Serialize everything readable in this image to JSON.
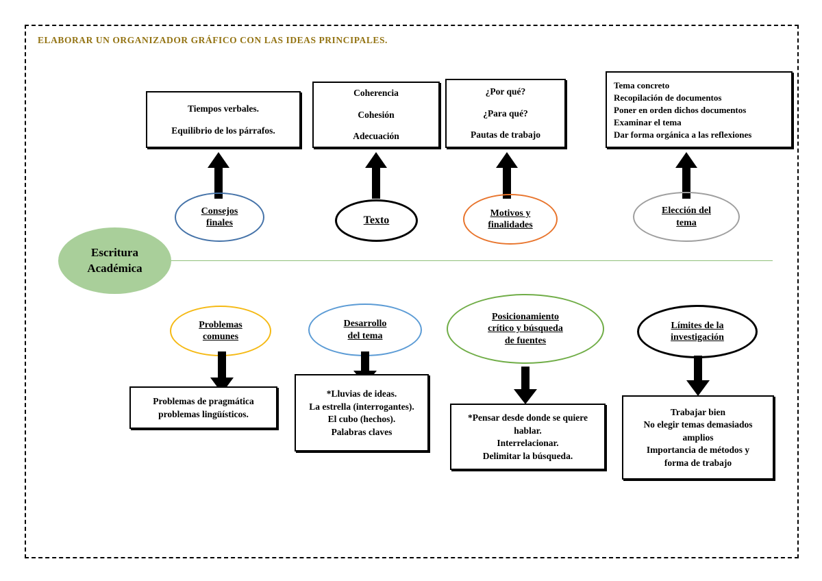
{
  "page": {
    "title": "ELABORAR UN ORGANIZADOR GRÁFICO CON LAS IDEAS PRINCIPALES.",
    "title_color": "#937312",
    "background": "#ffffff",
    "frame_style": "dashed",
    "frame_color": "#000000"
  },
  "hub": {
    "label_line1": "Escritura",
    "label_line2": "Académica",
    "fill": "#a9cf9a",
    "spine_color": "#8fc07a"
  },
  "branches": {
    "top": [
      {
        "id": "consejos-finales",
        "ellipse_line1": "Consejos",
        "ellipse_line2": "finales",
        "ellipse_color": "#4472a8",
        "box_lines": [
          "Tiempos verbales.",
          "Equilibrio de los párrafos."
        ],
        "arrow_direction": "up"
      },
      {
        "id": "texto",
        "ellipse_line1": "Texto",
        "ellipse_line2": "",
        "ellipse_color": "#000000",
        "box_lines": [
          "Coherencia",
          "Cohesión",
          "Adecuación"
        ],
        "arrow_direction": "up"
      },
      {
        "id": "motivos-y-finalidades",
        "ellipse_line1": "Motivos y",
        "ellipse_line2": "finalidades",
        "ellipse_color": "#e8742c",
        "box_lines": [
          "¿Por qué?",
          "¿Para qué?",
          "Pautas de trabajo"
        ],
        "arrow_direction": "up"
      },
      {
        "id": "eleccion-del-tema",
        "ellipse_line1": "Elección del",
        "ellipse_line2": "tema",
        "ellipse_color": "#9e9e9e",
        "box_lines": [
          "Tema concreto",
          "Recopilación de documentos",
          "Poner en orden dichos documentos",
          "Examinar el tema",
          "Dar forma orgánica a las reflexiones"
        ],
        "arrow_direction": "up"
      }
    ],
    "bottom": [
      {
        "id": "problemas-comunes",
        "ellipse_line1": "Problemas",
        "ellipse_line2": "comunes",
        "ellipse_color": "#f5b913",
        "box_lines": [
          "Problemas de pragmática",
          "problemas lingüísticos."
        ],
        "arrow_direction": "down"
      },
      {
        "id": "desarrollo-del-tema",
        "ellipse_line1": "Desarrollo",
        "ellipse_line2": "del tema ",
        "ellipse_color": "#5b9bd5",
        "box_lines": [
          "*Lluvias de ideas.",
          "La estrella (interrogantes).",
          "El cubo (hechos).",
          "Palabras claves"
        ],
        "arrow_direction": "down"
      },
      {
        "id": "posicionamiento-critico",
        "ellipse_line1": "Posicionamiento",
        "ellipse_line2": "crítico y búsqueda",
        "ellipse_line3": "de fuentes",
        "ellipse_color": "#70ad47",
        "box_lines": [
          "*Pensar desde donde se quiere",
          "hablar.",
          "Interrelacionar.",
          "Delimitar la búsqueda."
        ],
        "arrow_direction": "down"
      },
      {
        "id": "limites-de-la-investigacion",
        "ellipse_line1": "Límites de la",
        "ellipse_line2": "investigación",
        "ellipse_color": "#000000",
        "box_lines": [
          "Trabajar bien",
          "No elegir temas demasiados",
          "amplios",
          "Importancia de métodos y",
          "forma de trabajo"
        ],
        "arrow_direction": "down"
      }
    ]
  }
}
